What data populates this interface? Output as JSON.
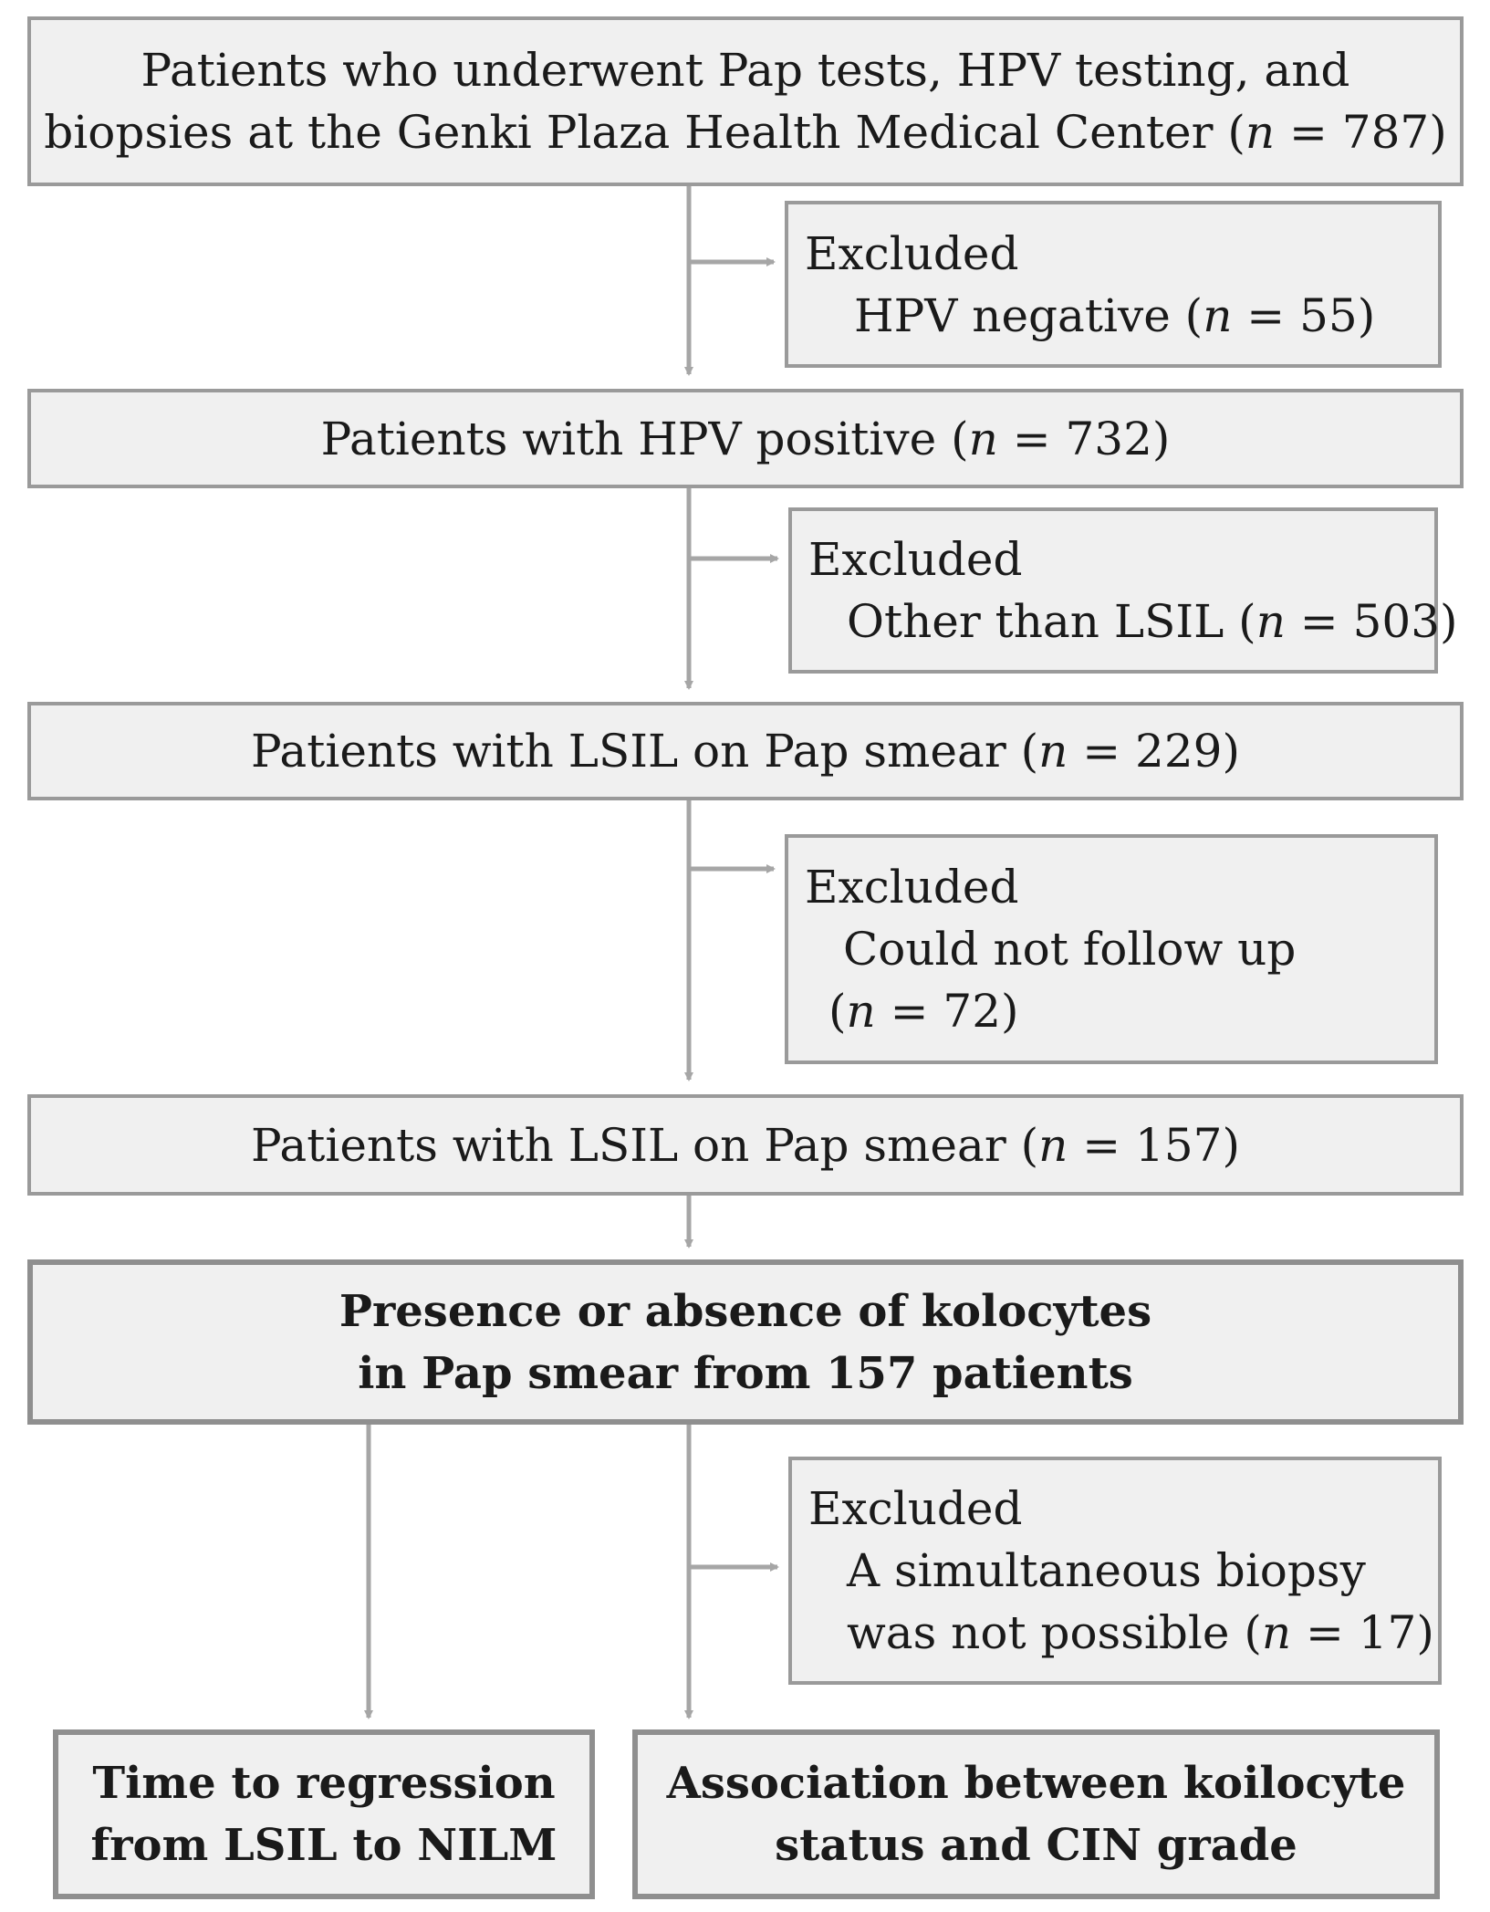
{
  "boxes": {
    "start": {
      "line1": "Patients who underwent Pap tests, HPV testing, and",
      "line2_prefix": "biopsies at the Genki Plaza Health Medical Center (",
      "line2_n": "n",
      "line2_suffix": " = 787)"
    },
    "hpv_positive": {
      "prefix": "Patients with HPV positive (",
      "n": "n",
      "suffix": " = 732)"
    },
    "lsil_229": {
      "prefix": "Patients with LSIL on Pap smear (",
      "n": "n",
      "suffix": " = 229)"
    },
    "lsil_157": {
      "prefix": "Patients with LSIL on Pap smear (",
      "n": "n",
      "suffix": " = 157)"
    },
    "koilocytes": {
      "line1": "Presence or absence of kolocytes",
      "line2": "in Pap smear from 157 patients"
    },
    "regression": {
      "line1": "Time to regression",
      "line2": "from LSIL to NILM"
    },
    "association": {
      "line1": "Association between koilocyte",
      "line2": "status and CIN grade"
    }
  },
  "exclusions": {
    "hpv_negative": {
      "heading": "Excluded",
      "prefix": "HPV negative (",
      "n": "n",
      "suffix": " = 55)"
    },
    "other_than_lsil": {
      "heading": "Excluded",
      "prefix": "Other than LSIL (",
      "n": "n",
      "suffix": " = 503)"
    },
    "no_follow_up": {
      "heading": "Excluded",
      "line1": "Could not follow up",
      "prefix": "(",
      "n": "n",
      "suffix": " = 72)"
    },
    "no_biopsy": {
      "heading": "Excluded",
      "line1": "A simultaneous biopsy",
      "prefix": "was not possible (",
      "n": "n",
      "suffix": " = 17)"
    }
  },
  "colors": {
    "box_fill": "#f0f0f0",
    "box_border": "#9a9a9a",
    "arrow": "#a6a6a6",
    "text": "#1a1a1a"
  }
}
